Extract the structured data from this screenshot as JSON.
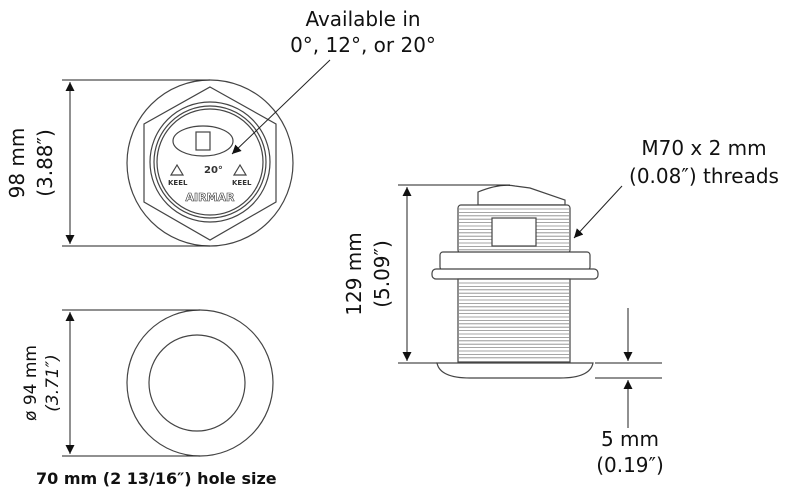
{
  "callouts": {
    "angle_line1": "Available in",
    "angle_line2": "0°, 12°, or 20°",
    "thread_line1": "M70 x 2 mm",
    "thread_line2": "(0.08″) threads"
  },
  "dimensions": {
    "top_height_mm": "98 mm",
    "top_height_in": "(3.88″)",
    "bottom_dia_mm": "ø 94 mm",
    "bottom_dia_in": "(3.71″)",
    "side_height_mm": "129 mm",
    "side_height_in": "(5.09″)",
    "lip_mm": "5 mm",
    "lip_in": "(0.19″)"
  },
  "hole_size": "70 mm (2 13/16″) hole size",
  "logo": {
    "brand": "AIRMAR",
    "angle": "20°",
    "label": "KEEL"
  }
}
